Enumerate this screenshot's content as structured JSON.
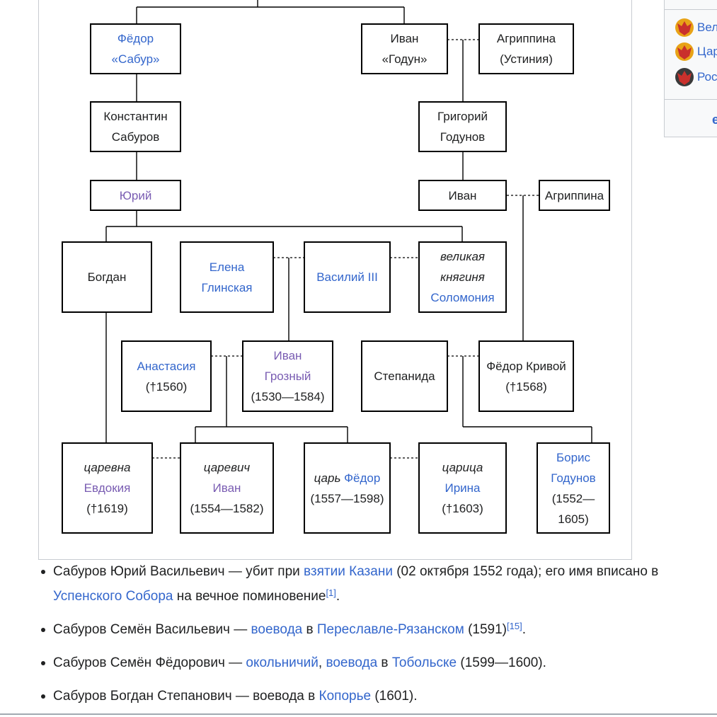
{
  "tree": {
    "fedor_sabur": {
      "line1": "Фёдор",
      "line2": "«Сабур»"
    },
    "ivan_godun": {
      "line1": "Иван",
      "line2": "«Годун»"
    },
    "agrippina_ustinia": {
      "line1": "Агриппина",
      "line2": "(Устиния)"
    },
    "konstantin": {
      "line1": "Константин",
      "line2": "Сабуров"
    },
    "grigoriy": {
      "line1": "Григорий",
      "line2": "Годунов"
    },
    "yuriy": {
      "line1": "Юрий"
    },
    "ivan": {
      "line1": "Иван"
    },
    "agrippina": {
      "line1": "Агриппина"
    },
    "bogdan": {
      "line1": "Богдан"
    },
    "elena": {
      "line1": "Елена",
      "line2": "Глинская"
    },
    "vasiliy": {
      "line1": "Василий III"
    },
    "solomonia": {
      "line1": "великая",
      "line2": "княгиня",
      "line3": "Соломония"
    },
    "anastasia": {
      "line1": "Анастасия",
      "line2": "(†1560)"
    },
    "ivan_grozny": {
      "line1": "Иван",
      "line2": "Грозный",
      "line3": "(1530—1584)"
    },
    "stepanida": {
      "line1": "Степанида"
    },
    "fedor_krivoy": {
      "line1": "Фёдор Кривой",
      "line2": "(†1568)"
    },
    "evdokia": {
      "line1": "царевна",
      "line2": "Евдокия",
      "line3": "(†1619)"
    },
    "tsarevich_ivan": {
      "line1": "царевич",
      "line2": "Иван",
      "line3": "(1554—1582)"
    },
    "tsar_fedor": {
      "prefix": "царь ",
      "name": "Фёдор",
      "line2": "(1557—1598)"
    },
    "irina": {
      "line1": "царица",
      "line2": "Ирина",
      "line3": "(†1603)"
    },
    "boris": {
      "line1": "Борис",
      "line2": "Годунов",
      "line3": "(1552—",
      "line4": "1605)"
    }
  },
  "sidebar": {
    "items": [
      {
        "label": "Вел",
        "icon": "eagle-icon"
      },
      {
        "label": "Цар",
        "icon": "eagle-icon"
      },
      {
        "label": "Рос",
        "icon": "eagle-icon"
      }
    ],
    "more": "e"
  },
  "list": {
    "i1": {
      "t1": "Сабуров Юрий Васильевич — убит при ",
      "l1": "взятии Казани",
      "t2": " (02 октября 1552 года); его имя вписано в",
      "l2": "Успенского Собора",
      "t3": " на вечное поминовение",
      "ref": "[1]",
      "t4": "."
    },
    "i2": {
      "t1": "Сабуров Семён Васильевич — ",
      "l1": "воевода",
      "t2": " в ",
      "l2": "Переславле-Рязанском",
      "t3": " (1591)",
      "ref": "[15]",
      "t4": "."
    },
    "i3": {
      "t1": "Сабуров Семён Фёдорович — ",
      "l1": "окольничий",
      "t2": ", ",
      "l2": "воевода",
      "t3": " в ",
      "l3": "Тобольске",
      "t4": " (1599—1600)."
    },
    "i4": {
      "t1": "Сабуров Богдан Степанович — воевода в ",
      "l1": "Копорье",
      "t2": " (1601)."
    }
  },
  "colors": {
    "link": "#3366cc",
    "visited": "#795cb2",
    "text": "#202122",
    "border": "#000000"
  }
}
